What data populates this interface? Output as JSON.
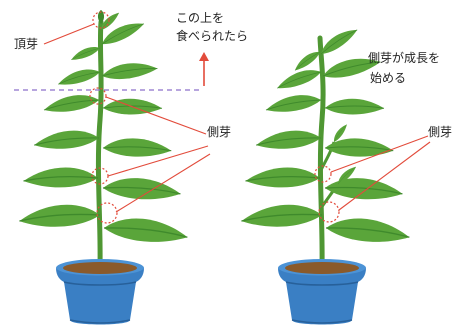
{
  "labels": {
    "apical_bud": "頂芽",
    "eaten_line1": "この上を",
    "eaten_line2": "食べられたら",
    "lateral_bud_left": "側芽",
    "lateral_growth_line1": "側芽が成長を",
    "lateral_growth_line2": "始める",
    "lateral_bud_right": "側芽"
  },
  "colors": {
    "leaf": "#5aa53a",
    "leaf_dark": "#3f8a2c",
    "stem": "#4f9733",
    "pot": "#3a7fc4",
    "pot_dark": "#27609a",
    "pot_rim": "#4c93d6",
    "soil": "#8a5a2b",
    "marker": "#e24b3b",
    "cut_line": "#8c6fc9",
    "text": "#222222"
  },
  "icons": {
    "left_plant": "potted-plant-with-apical-bud",
    "right_plant": "potted-plant-with-lateral-shoots",
    "arrow": "arrow-up-icon"
  }
}
